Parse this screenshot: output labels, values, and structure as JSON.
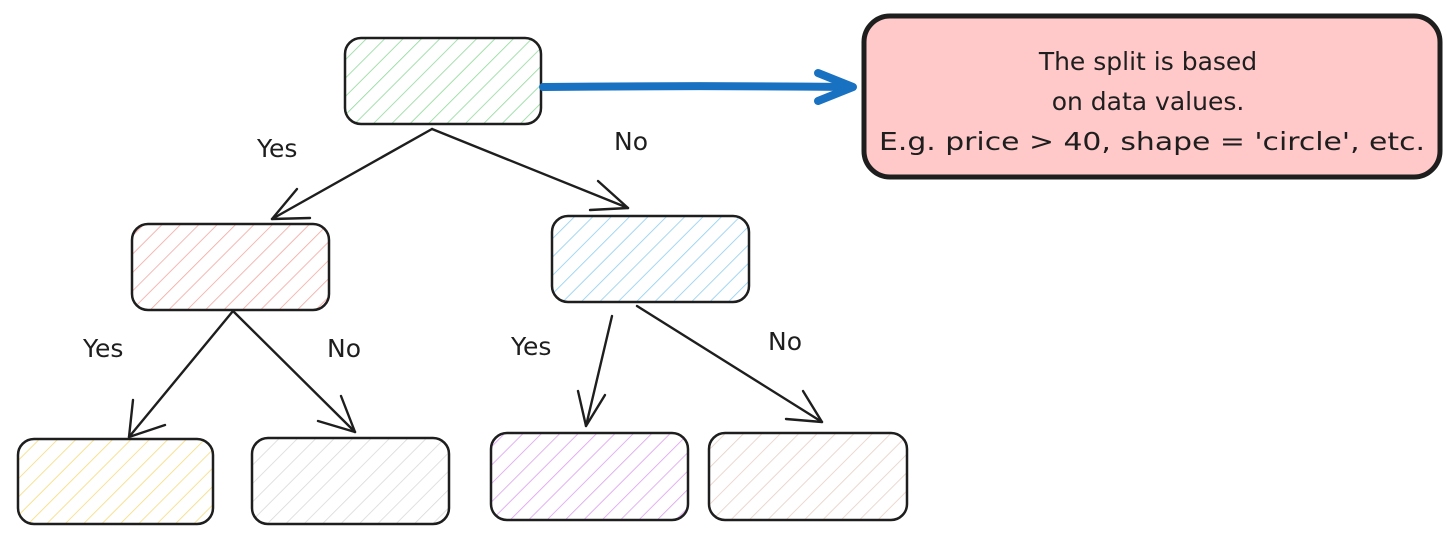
{
  "nodes": [
    {
      "id": "root",
      "hatch_color": "#8fd99a"
    },
    {
      "id": "left",
      "hatch_color": "#f3a6a0"
    },
    {
      "id": "right",
      "hatch_color": "#8ecdf0"
    },
    {
      "id": "left-left",
      "hatch_color": "#f7db7a"
    },
    {
      "id": "left-right",
      "hatch_color": "#d9d9d9"
    },
    {
      "id": "right-left",
      "hatch_color": "#dc9ef0"
    },
    {
      "id": "right-right",
      "hatch_color": "#e6cfc4"
    }
  ],
  "edges": [
    {
      "from": "root",
      "to": "left",
      "label": "Yes"
    },
    {
      "from": "root",
      "to": "right",
      "label": "No"
    },
    {
      "from": "left",
      "to": "left-left",
      "label": "Yes"
    },
    {
      "from": "left",
      "to": "left-right",
      "label": "No"
    },
    {
      "from": "right",
      "to": "right-left",
      "label": "Yes"
    },
    {
      "from": "right",
      "to": "right-right",
      "label": "No"
    }
  ],
  "callout": {
    "line1": "The split is based",
    "line2": "on data values.",
    "line3": "E.g. price > 40, shape = 'circle', etc.",
    "fill_color": "#ffc9c9",
    "border_color": "#1e1e1e"
  },
  "connector_color": "#1971c2"
}
